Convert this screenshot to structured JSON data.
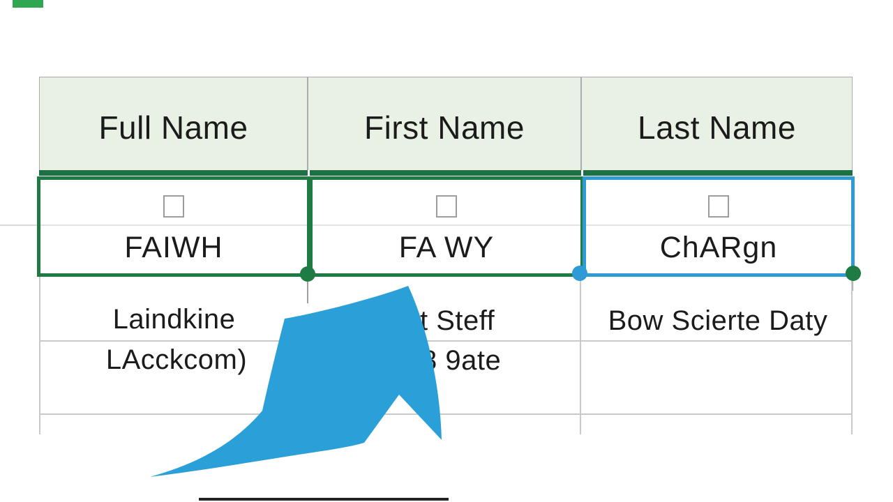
{
  "colors": {
    "excel_green": "#1E7B44",
    "header_bar_green": "#1C7043",
    "header_fill": "#E8F1E3",
    "selection_blue": "#2E9BD6",
    "arrow_blue": "#2BA0D8",
    "gridline": "#C9C9C9",
    "checkbox_border": "#9C9C9C",
    "text_color": "#1B1B1B",
    "bright_green": "#2EA750"
  },
  "table": {
    "headers": [
      {
        "label": "Full Name"
      },
      {
        "label": "First Name"
      },
      {
        "label": "Last Name"
      }
    ],
    "selected_row": [
      {
        "checkbox": "unchecked",
        "text": "FAIWH",
        "selection": "green"
      },
      {
        "checkbox": "unchecked",
        "text": "FA WY",
        "selection": "green"
      },
      {
        "checkbox": "unchecked",
        "text": "ChARgn",
        "selection": "blue"
      }
    ],
    "rows": [
      {
        "full_name": "Laindkine",
        "first_name": "t Steff",
        "last_name": "Bow Scierte Daty"
      },
      {
        "full_name": "LAcckcom)",
        "first_name": "8 9ate",
        "last_name": ""
      }
    ]
  },
  "decorations": {
    "arrow": "blue-curved-swoosh-arrow-pointing-up",
    "fill_handles": [
      "green",
      "blue",
      "green"
    ]
  }
}
